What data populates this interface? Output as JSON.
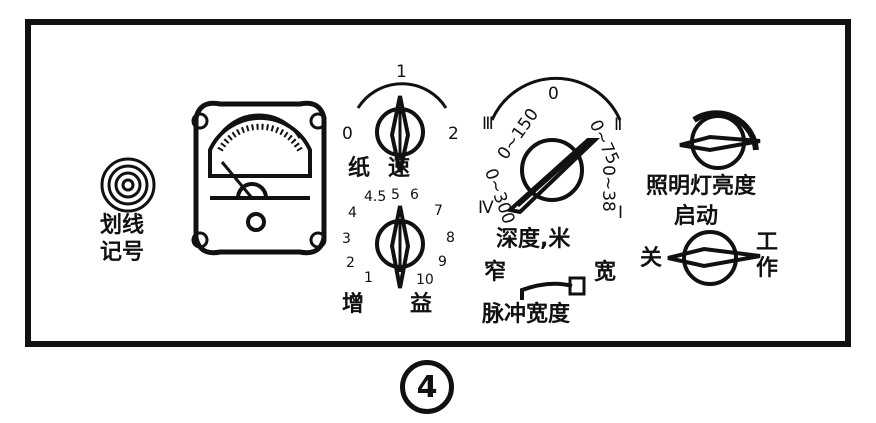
{
  "panel": {
    "marker_label": [
      "划线",
      "记号"
    ],
    "paper_speed": {
      "label": "纸速",
      "ticks": [
        "0",
        "1",
        "2"
      ]
    },
    "gain": {
      "label": [
        "增",
        "益"
      ],
      "ticks": [
        "1",
        "2",
        "3",
        "4",
        "4.5",
        "5",
        "6",
        "7",
        "8",
        "9",
        "10"
      ]
    },
    "range": {
      "label": "深度,米",
      "ticks": [
        "0",
        "0~150",
        "0~75",
        "0~38",
        "0~300"
      ],
      "roman_marks": [
        "Ⅲ",
        "Ⅱ",
        "Ⅰ",
        "Ⅳ"
      ]
    },
    "pulse_width": {
      "label": "脉冲宽度",
      "narrow": "窄",
      "wide": "宽"
    },
    "light": {
      "label": "照明灯亮度"
    },
    "power": {
      "start": "启动",
      "off": "关",
      "work": [
        "工",
        "作"
      ]
    }
  },
  "figure_number": "4"
}
